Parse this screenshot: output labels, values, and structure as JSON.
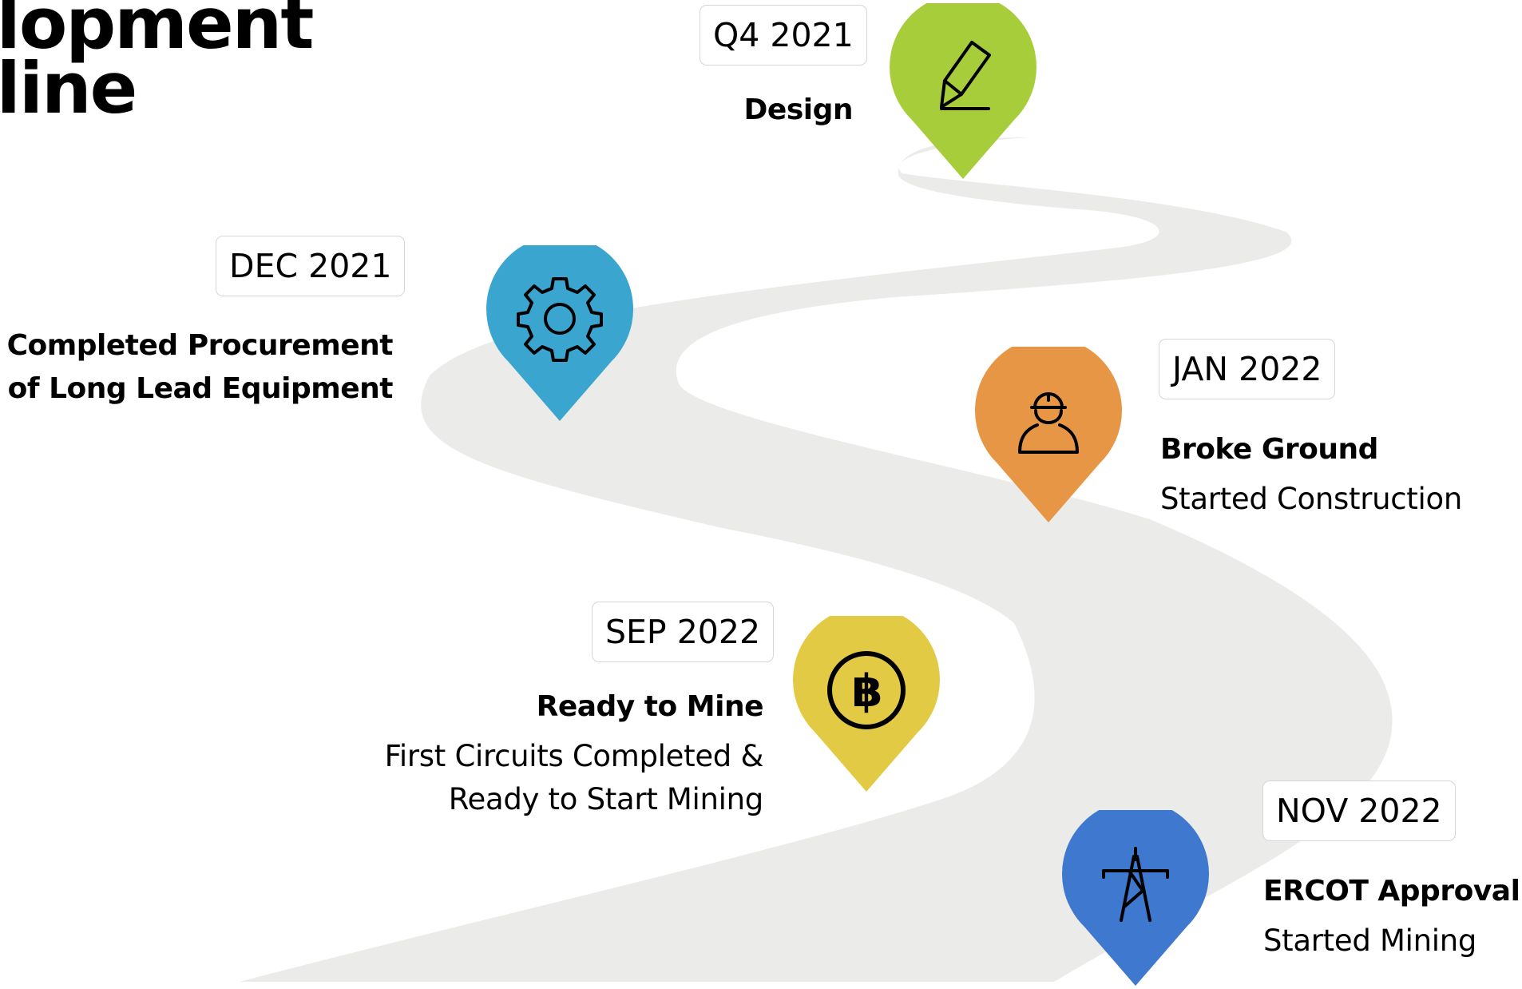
{
  "title": "elopment\neline",
  "colors": {
    "road": "#ebebea",
    "design": "#a8cd3b",
    "procurement": "#3aa6cf",
    "ground": "#e69644",
    "mine": "#e3ca44",
    "ercot": "#3e78cf"
  },
  "milestones": [
    {
      "date": "Q4 2021",
      "title": "Design",
      "description": "",
      "icon": "pencil-icon"
    },
    {
      "date": "DEC 2021",
      "title": "Completed Procurement\nof Long Lead Equipment",
      "description": "",
      "icon": "gear-icon"
    },
    {
      "date": "JAN 2022",
      "title": "Broke Ground",
      "description": "Started Construction",
      "icon": "worker-icon"
    },
    {
      "date": "SEP 2022",
      "title": "Ready to Mine",
      "description": "First Circuits Completed &\nReady to Start Mining",
      "icon": "bitcoin-icon"
    },
    {
      "date": "NOV 2022",
      "title": "ERCOT Approval",
      "description": "Started Mining",
      "icon": "power-tower-icon"
    }
  ]
}
